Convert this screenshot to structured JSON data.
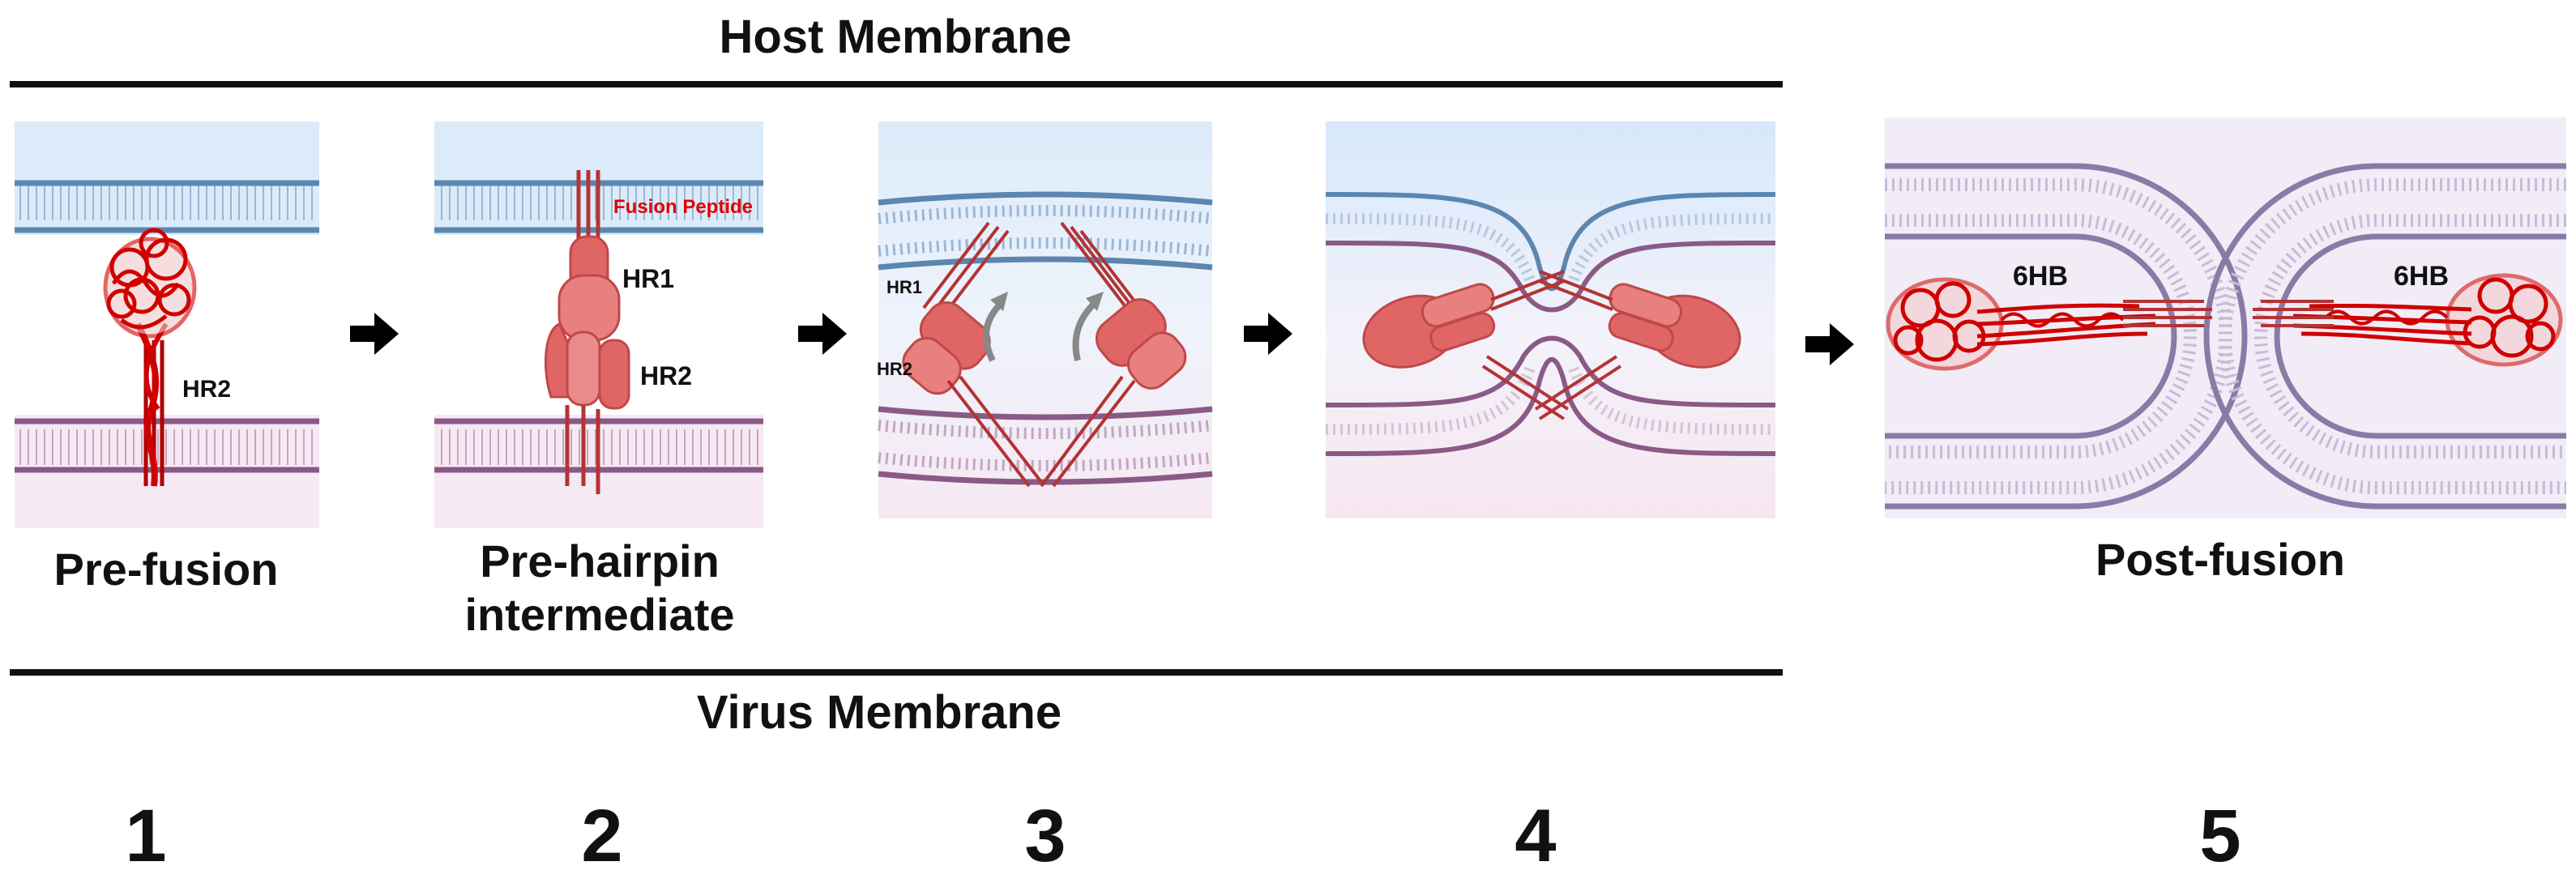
{
  "header": {
    "top_label": "Host Membrane",
    "bottom_label": "Virus Membrane"
  },
  "panels": [
    {
      "number": "1",
      "caption_lines": [
        "Pre-fusion"
      ],
      "labels": {
        "hr2": "HR2"
      }
    },
    {
      "number": "2",
      "caption_lines": [
        "Pre-hairpin",
        "intermediate"
      ],
      "labels": {
        "fusion_peptide": "Fusion Peptide",
        "hr1": "HR1",
        "hr2": "HR2"
      }
    },
    {
      "number": "3",
      "caption_lines": [],
      "labels": {
        "hr1": "HR1",
        "hr2": "HR2"
      }
    },
    {
      "number": "4",
      "caption_lines": []
    },
    {
      "number": "5",
      "caption_lines": [
        "Post-fusion"
      ],
      "labels": {
        "left_bundle": "6HB",
        "right_bundle": "6HB"
      }
    }
  ],
  "colors": {
    "host_membrane": "#5b86b0",
    "virus_membrane": "#8a5a86",
    "protein": "#e06666",
    "protein_dark": "#b33434",
    "structure": "#d00000",
    "host_bg": "#dcebfa",
    "virus_bg": "#f6e9f3",
    "arrow": "#000000"
  }
}
